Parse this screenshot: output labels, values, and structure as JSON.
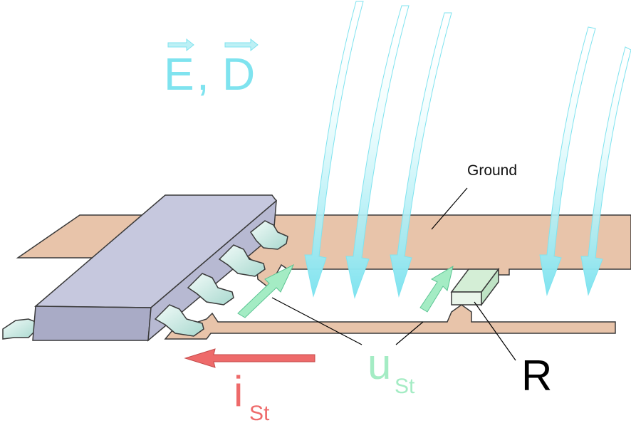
{
  "labels": {
    "field_E": "E",
    "field_sep": ",",
    "field_D": "D",
    "ground": "Ground",
    "current_main": "i",
    "current_sub": "St",
    "voltage_main": "u",
    "voltage_sub": "St",
    "resistor": "R"
  },
  "colors": {
    "field": "#7fe3ef",
    "field_text": "#7fe3ef",
    "trace": "#e8c4aa",
    "trace_edge": "#3a3a3a",
    "chip_top": "#c6c8de",
    "chip_side": "#a9abc6",
    "lead": "#c8e8e2",
    "voltage": "#a4ecc4",
    "current": "#ee6a6a",
    "resistor_body": "#d4eed6"
  }
}
